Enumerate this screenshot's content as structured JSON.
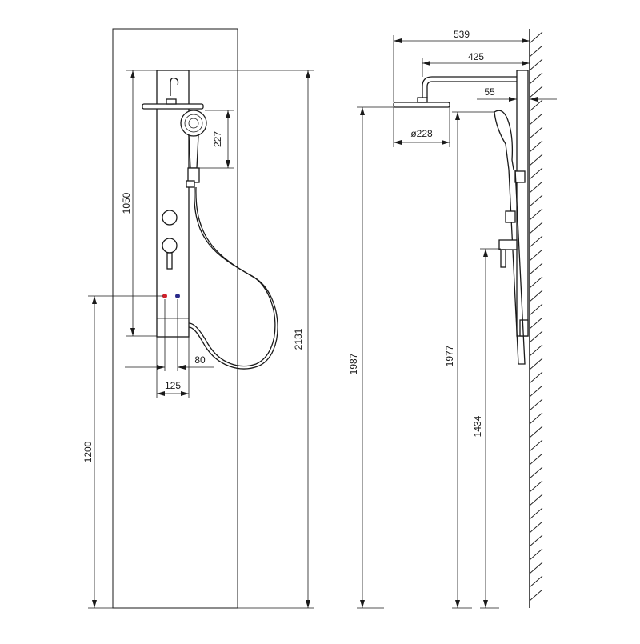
{
  "front_view": {
    "dim_height_total": "2131",
    "dim_inlet_height": "1200",
    "dim_panel_span": "1050",
    "dim_handshower": "227",
    "dim_inlet_spacing": "80",
    "dim_panel_width": "125"
  },
  "side_view": {
    "dim_arm_total": "539",
    "dim_arm": "425",
    "dim_panel_depth": "55",
    "dim_head_diameter": "ø228",
    "dim_head_height": "1987",
    "dim_handshower_height": "1977",
    "dim_mixer_height": "1434"
  },
  "colors": {
    "line": "#1a1a1a",
    "hot_dot": "#d0202a",
    "cold_dot": "#2a2a8a"
  }
}
